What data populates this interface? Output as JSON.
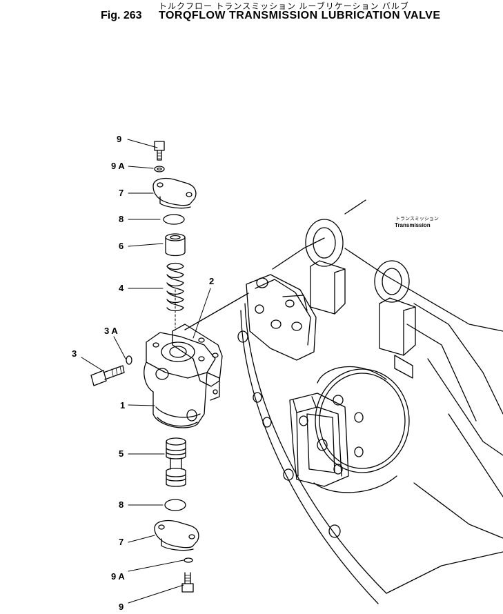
{
  "header": {
    "japanese_title": "トルクフロー トランスミッション ルーブリケーション バルブ",
    "figure_number": "Fig. 263",
    "title": "TORQFLOW TRANSMISSION LUBRICATION VALVE"
  },
  "transmission_label": {
    "japanese": "トランスミッション",
    "english": "Transmission"
  },
  "callouts": [
    {
      "id": "c9-top",
      "text": "9"
    },
    {
      "id": "c9a-top",
      "text": "9 A"
    },
    {
      "id": "c7-top",
      "text": "7"
    },
    {
      "id": "c8-top",
      "text": "8"
    },
    {
      "id": "c6",
      "text": "6"
    },
    {
      "id": "c4",
      "text": "4"
    },
    {
      "id": "c2",
      "text": "2"
    },
    {
      "id": "c3a",
      "text": "3 A"
    },
    {
      "id": "c3",
      "text": "3"
    },
    {
      "id": "c1",
      "text": "1"
    },
    {
      "id": "c5",
      "text": "5"
    },
    {
      "id": "c8-bottom",
      "text": "8"
    },
    {
      "id": "c7-bottom",
      "text": "7"
    },
    {
      "id": "c9a-bottom",
      "text": "9 A"
    },
    {
      "id": "c9-bottom",
      "text": "9"
    }
  ]
}
